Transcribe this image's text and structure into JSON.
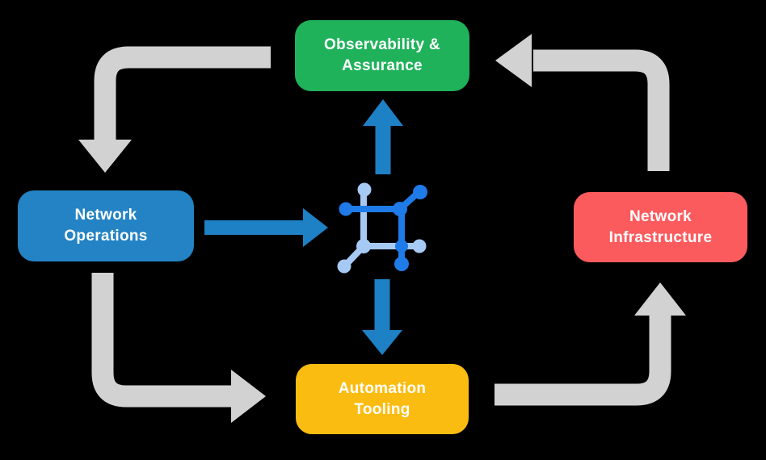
{
  "diagram": {
    "background": "#000000",
    "text_color": "#FFFFFF",
    "nodes": {
      "observability": {
        "line1": "Observability &",
        "line2": "Assurance",
        "color": "#1FB25B"
      },
      "operations": {
        "line1": "Network",
        "line2": "Operations",
        "color": "#2383C4"
      },
      "infrastructure": {
        "line1": "Network",
        "line2": "Infrastructure",
        "color": "#FC5B5E"
      },
      "automation": {
        "line1": "Automation",
        "line2": "Tooling",
        "color": "#FBBC11"
      }
    },
    "center_icon": {
      "name": "network-mesh-icon",
      "dark_blue": "#1E7BE8",
      "light_blue": "#A6CAF4"
    },
    "edges": [
      {
        "from": "observability",
        "to": "operations",
        "color": "#D2D2D2",
        "style": "elbow"
      },
      {
        "from": "operations",
        "to": "automation",
        "color": "#D2D2D2",
        "style": "elbow"
      },
      {
        "from": "automation",
        "to": "infrastructure",
        "color": "#D2D2D2",
        "style": "elbow"
      },
      {
        "from": "infrastructure",
        "to": "observability",
        "color": "#D2D2D2",
        "style": "elbow"
      },
      {
        "from": "operations",
        "to": "center-icon",
        "color": "#1E80C5",
        "style": "straight"
      },
      {
        "from": "center-icon",
        "to": "observability",
        "color": "#1E80C5",
        "style": "straight"
      },
      {
        "from": "center-icon",
        "to": "automation",
        "color": "#1E80C5",
        "style": "straight"
      }
    ]
  }
}
